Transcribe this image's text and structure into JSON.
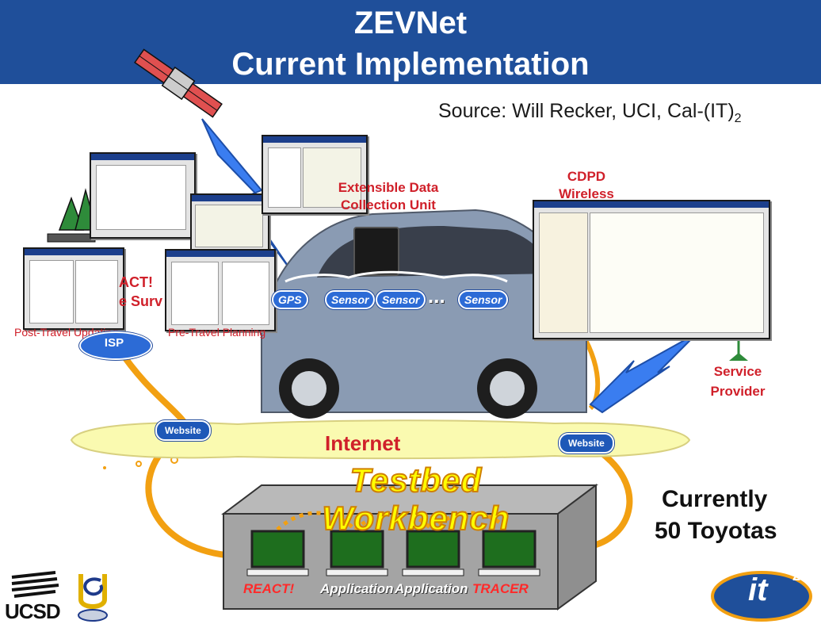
{
  "header": {
    "title_line1": "ZEVNet",
    "title_line2": "Current Implementation"
  },
  "source_text": "Source: Will Recker, UCI, Cal-(IT)",
  "source_sub": "2",
  "labels": {
    "extensible_line1": "Extensible Data",
    "extensible_line2": "Collection Unit",
    "cdpd_line1": "CDPD",
    "cdpd_line2": "Wireless",
    "service_line1": "Service",
    "service_line2": "Provider",
    "isp": "ISP",
    "react_survey_line1": "ACT!",
    "react_survey_line2": "e Surv",
    "post_travel": "Post-Travel Updating",
    "pre_travel": "Pre-Travel Planning",
    "internet": "Internet",
    "website_left": "Website",
    "website_right": "Website",
    "testbed": "Testbed Workbench",
    "currently_line1": "Currently",
    "currently_line2": "50 Toyotas"
  },
  "sensors": [
    "GPS",
    "Sensor",
    "Sensor",
    "...",
    "Sensor"
  ],
  "workbench": [
    "REACT!",
    "Application",
    "Application",
    "TRACER"
  ],
  "logos": {
    "ucsd": "UCSD",
    "it": "it",
    "it_sup": "2"
  },
  "colors": {
    "title_bg": "#1f4f9a",
    "accent_red": "#d0202a",
    "link_orange": "#f2a012",
    "internet_yellow": "#fafab0",
    "bolt_blue": "#3a7df0"
  }
}
